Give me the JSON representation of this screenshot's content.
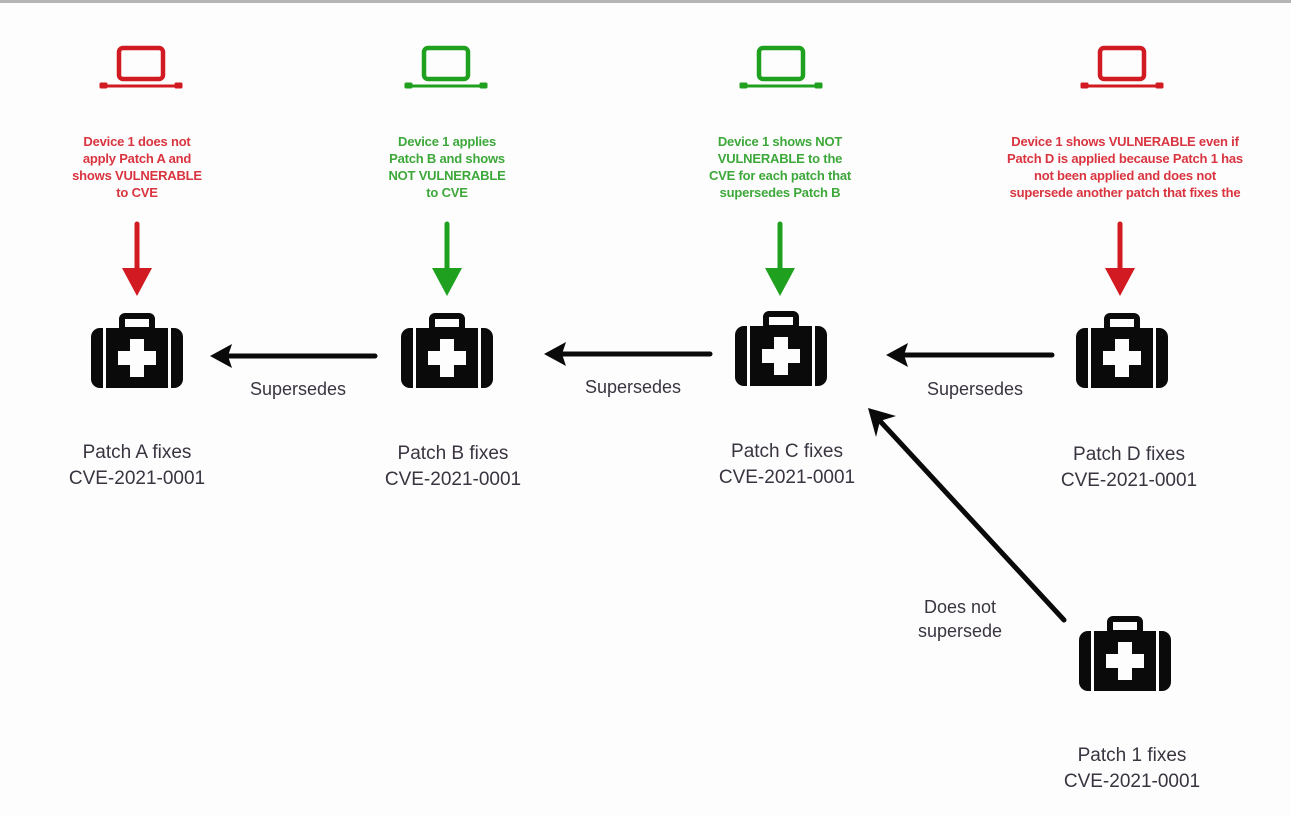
{
  "colors": {
    "vulnerable": "#d11a21",
    "not_vulnerable": "#1fa11f",
    "vulnerable_text": "#d9343f",
    "not_vulnerable_text": "#3da83a",
    "arrow": "#0a0a0a",
    "text": "#3a3440"
  },
  "devices": [
    {
      "status": "vulnerable",
      "icon": "laptop-icon",
      "caption": "Device 1 does not apply Patch A and shows VULNERABLE to CVE"
    },
    {
      "status": "not-vulnerable",
      "icon": "laptop-icon",
      "caption": "Device 1 applies Patch B and shows NOT VULNERABLE to CVE"
    },
    {
      "status": "not-vulnerable",
      "icon": "laptop-icon",
      "caption": "Device 1 shows NOT VULNERABLE to the CVE for each patch that supersedes Patch B"
    },
    {
      "status": "vulnerable",
      "icon": "laptop-icon",
      "caption": "Device 1 shows VULNERABLE even if Patch D is applied because Patch 1 has not been applied and does not supersede another patch that fixes the"
    }
  ],
  "captions_lines": [
    [
      "Device 1 does not",
      "apply Patch A and",
      "shows VULNERABLE",
      "to CVE"
    ],
    [
      "Device 1 applies",
      "Patch B and shows",
      "NOT VULNERABLE",
      "to CVE"
    ],
    [
      "Device 1 shows NOT",
      "VULNERABLE to the",
      "CVE for each patch that",
      "supersedes Patch B"
    ],
    [
      "Device 1 shows VULNERABLE even if",
      "Patch D is applied because Patch 1 has",
      "not been applied and does not",
      "supersede another patch that fixes the"
    ]
  ],
  "patches": [
    {
      "name": "Patch A fixes",
      "cve": "CVE-2021-0001",
      "icon": "medical-kit-icon"
    },
    {
      "name": "Patch B fixes",
      "cve": "CVE-2021-0001",
      "icon": "medical-kit-icon"
    },
    {
      "name": "Patch C fixes",
      "cve": "CVE-2021-0001",
      "icon": "medical-kit-icon"
    },
    {
      "name": "Patch D fixes",
      "cve": "CVE-2021-0001",
      "icon": "medical-kit-icon"
    },
    {
      "name": "Patch 1 fixes",
      "cve": "CVE-2021-0001",
      "icon": "medical-kit-icon"
    }
  ],
  "edges": [
    {
      "from": "Patch B",
      "to": "Patch A",
      "label": "Supersedes"
    },
    {
      "from": "Patch C",
      "to": "Patch B",
      "label": "Supersedes"
    },
    {
      "from": "Patch D",
      "to": "Patch C",
      "label": "Supersedes"
    },
    {
      "from": "Patch 1",
      "to": "Patch C",
      "label_lines": [
        "Does not",
        "supersede"
      ]
    }
  ]
}
